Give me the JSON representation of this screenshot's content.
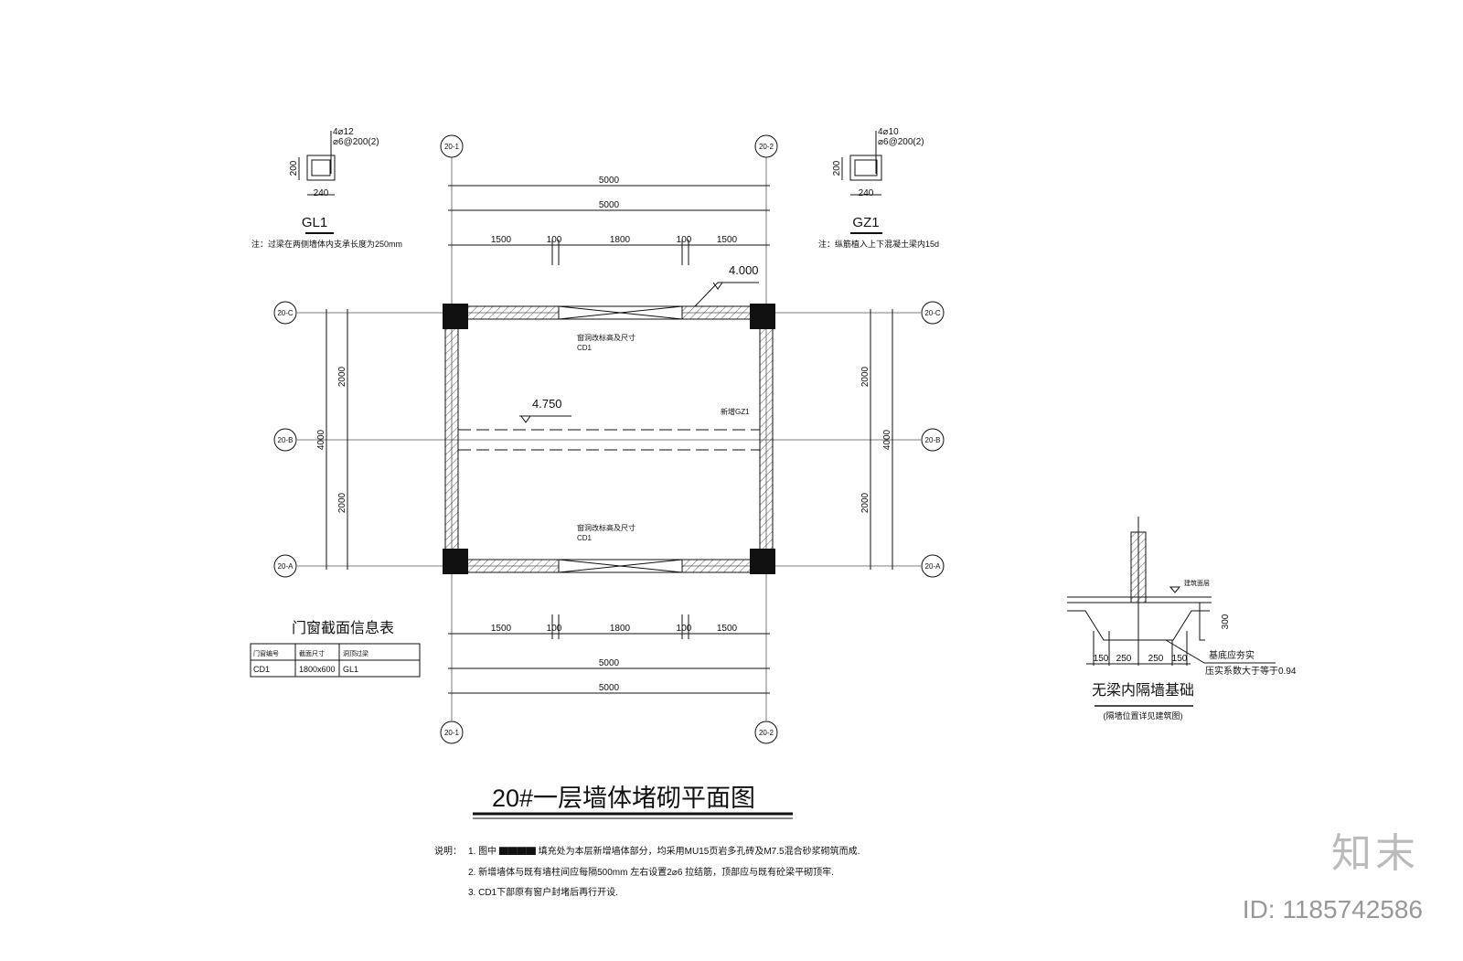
{
  "title": "20#一层墙体堵砌平面图",
  "axes": {
    "top": [
      "20-1",
      "20-2"
    ],
    "side": [
      "20-C",
      "20-B",
      "20-A"
    ]
  },
  "dims": {
    "total": "5000",
    "segments": [
      "1500",
      "100",
      "1800",
      "100",
      "1500"
    ],
    "half": "2000",
    "height_total": "4000"
  },
  "levels": {
    "top": "4.000",
    "mid": "4.750"
  },
  "labels": {
    "opening": "窗洞改标高及尺寸",
    "cd1": "CD1",
    "new_gz": "新增GZ1"
  },
  "gl1": {
    "name": "GL1",
    "rebar1": "4⌀12",
    "rebar2": "⌀6@200(2)",
    "h": "200",
    "w": "240",
    "note": "注：过梁在两侧墙体内支承长度为250mm"
  },
  "gz1": {
    "name": "GZ1",
    "rebar1": "4⌀10",
    "rebar2": "⌀6@200(2)",
    "h": "200",
    "w": "240",
    "note": "注：纵筋植入上下混凝土梁内15d"
  },
  "table": {
    "title": "门窗截面信息表",
    "headers": [
      "门窗编号",
      "截面尺寸",
      "洞顶过梁"
    ],
    "rows": [
      [
        "CD1",
        "1800x600",
        "GL1"
      ]
    ]
  },
  "foundation": {
    "title": "无梁内隔墙基础",
    "subtitle": "(隔墙位置详见建筑图)",
    "surface": "建筑面层",
    "depth": "300",
    "widths": [
      "150",
      "250",
      "250",
      "150"
    ],
    "note1": "基底应夯实",
    "note2": "压实系数大于等于0.94"
  },
  "notes": {
    "label": "说明：",
    "items": [
      "1. 图中 ▇▇▇▇ 填充处为本层新增墙体部分，均采用MU15页岩多孔砖及M7.5混合砂浆砌筑而成.",
      "2. 新增墙体与既有墙柱间应每隔500mm 左右设置2⌀6 拉结筋，顶部应与既有砼梁平砌顶牢.",
      "3. CD1下部原有窗户封堵后再行开设."
    ]
  },
  "watermark": {
    "brand": "知末",
    "id": "ID: 1185742586"
  }
}
